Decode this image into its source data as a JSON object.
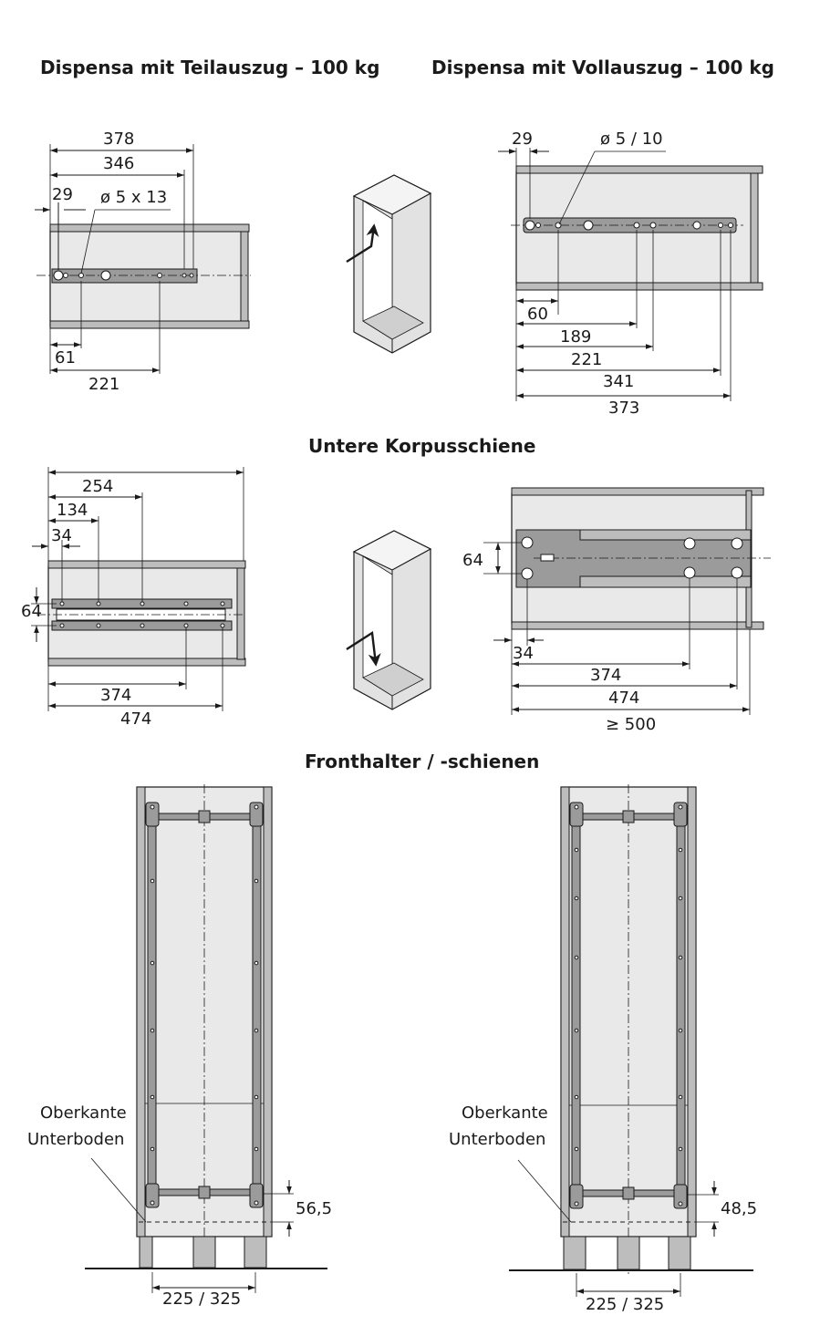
{
  "headings": {
    "partial": "Dispensa mit Teilauszug – 100 kg",
    "full": "Dispensa mit Vollauszug – 100 kg",
    "lower_rail": "Untere Korpusschiene",
    "front": "Fronthalter / -schienen"
  },
  "partial": {
    "d378": "378",
    "d346": "346",
    "d29": "29",
    "hole": "ø 5 x 13",
    "d61": "61",
    "d221": "221"
  },
  "full": {
    "d29": "29",
    "hole": "ø 5 / 10",
    "d60": "60",
    "d189": "189",
    "d221": "221",
    "d341": "341",
    "d373": "373"
  },
  "lower_left": {
    "d254": "254",
    "d134": "134",
    "d34": "34",
    "d64": "64",
    "d374": "374",
    "d474": "474"
  },
  "lower_right": {
    "d64": "64",
    "d34": "34",
    "d374": "374",
    "d474": "474",
    "d500": "≥ 500"
  },
  "front_left": {
    "label_line1": "Oberkante",
    "label_line2": "Unterboden",
    "d_height": "56,5",
    "d_width": "225 / 325"
  },
  "front_right": {
    "label_line1": "Oberkante",
    "label_line2": "Unterboden",
    "d_height": "48,5",
    "d_width": "225 / 325"
  }
}
